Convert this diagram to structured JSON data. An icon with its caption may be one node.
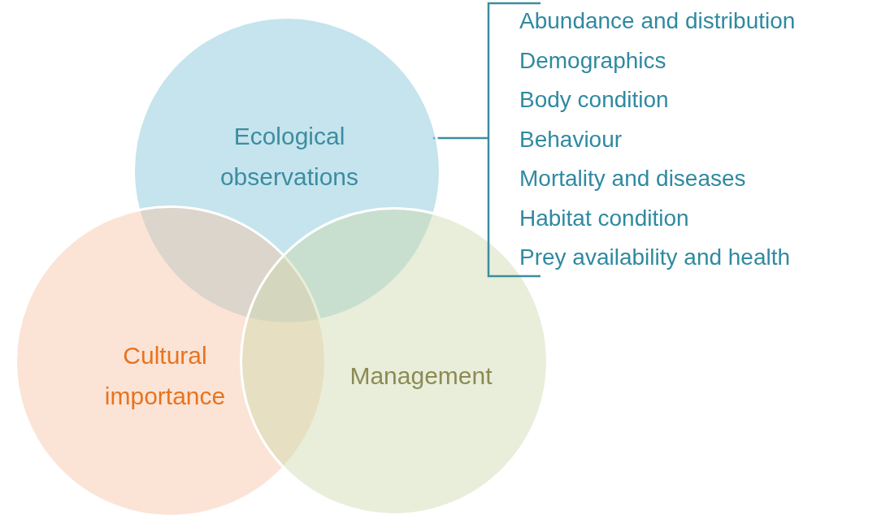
{
  "diagram": {
    "nodes": [
      {
        "text": [
          "Ecological observations"
        ]
      },
      {
        "text": [
          "Cultural importance"
        ]
      },
      {
        "text": [
          "Management"
        ]
      },
      {
        "text": [
          "Abundance and distribution",
          "Demographics",
          "Body condition",
          "Behaviour",
          "Mortality and diseases",
          "Habitat condition",
          "Prey availability and health"
        ]
      }
    ],
    "edges": [
      {
        "from": 0,
        "to": 3,
        "arrow": "none"
      }
    ]
  }
}
